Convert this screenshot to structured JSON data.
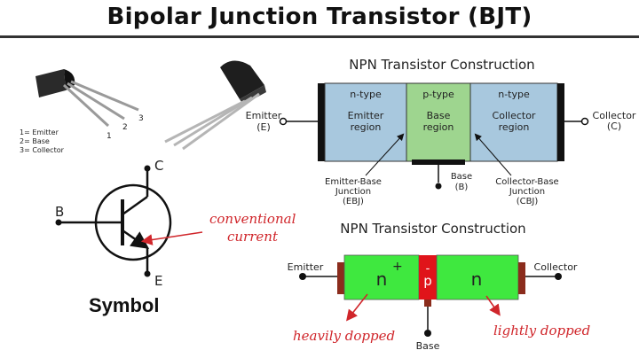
{
  "title": "Bipolar Junction Transistor (BJT)",
  "package_legend": [
    "1= Emitter",
    "2= Base",
    "3= Collector"
  ],
  "package_pins": [
    "1",
    "2",
    "3"
  ],
  "symbol": {
    "terminal_c": "C",
    "terminal_b": "B",
    "terminal_e": "E",
    "label": "Symbol",
    "annotation_line1": "conventional",
    "annotation_line2": "current"
  },
  "construction_top": {
    "heading": "NPN Transistor Construction",
    "regions": [
      {
        "type": "n-type",
        "line1": "Emitter",
        "line2": "region"
      },
      {
        "type": "p-type",
        "line1": "Base",
        "line2": "region"
      },
      {
        "type": "n-type",
        "line1": "Collector",
        "line2": "region"
      }
    ],
    "emitter_label": "Emitter",
    "emitter_abbr": "(E)",
    "collector_label": "Collector",
    "collector_abbr": "(C)",
    "base_label": "Base",
    "base_abbr": "(B)",
    "ebj_line1": "Emitter-Base",
    "ebj_line2": "Junction",
    "ebj_line3": "(EBJ)",
    "cbj_line1": "Collector-Base",
    "cbj_line2": "Junction",
    "cbj_line3": "(CBJ)",
    "colors": {
      "n_region": "#a8c8de",
      "p_region": "#9ed58f"
    }
  },
  "construction_bottom": {
    "heading": "NPN Transistor Construction",
    "emitter_label": "Emitter",
    "collector_label": "Collector",
    "base_label": "Base",
    "left_region": "n",
    "left_sup": "+",
    "middle_region": "p",
    "middle_sup": "-",
    "right_region": "n",
    "note_left": "heavily dopped",
    "note_right": "lightly dopped",
    "colors": {
      "n_region": "#3fe83f",
      "p_region": "#e0141a",
      "contact": "#8b2c1c"
    }
  }
}
